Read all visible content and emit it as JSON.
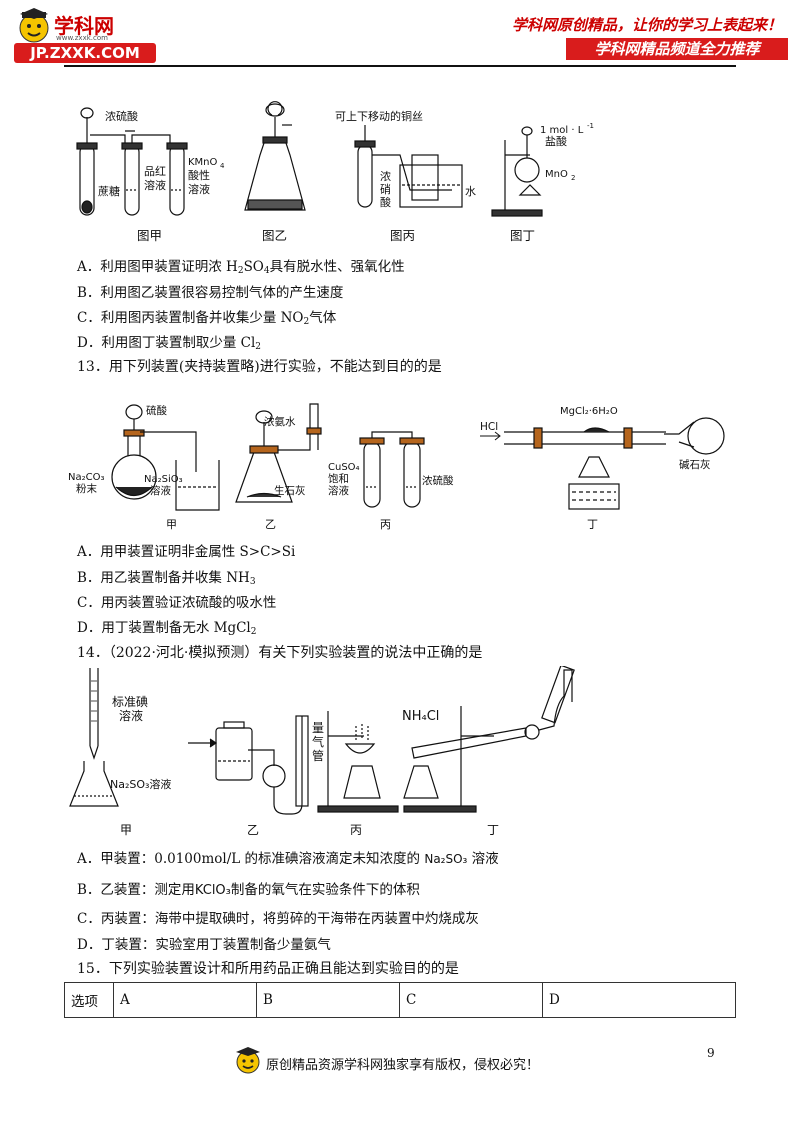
{
  "header": {
    "logo_text": "学科网",
    "logo_sub": "www.zxxk.com",
    "site_url": "JP.ZXXK.COM",
    "slogan": "学科网原创精品，让你的学习上表起来！",
    "banner": "学科网精品频道全力推荐"
  },
  "fig12": {
    "labels": {
      "conc_h2so4": "浓硫酸",
      "sucrose": "蔗糖",
      "pinhong1": "品红",
      "pinhong2": "溶液",
      "kmno4": "KMnO",
      "kmno4_sub": "4",
      "acidic": "酸性",
      "solution": "溶液",
      "copper_wire": "可上下移动的铜丝",
      "nong": "浓",
      "xiao": "硝",
      "suan": "酸",
      "water": "水",
      "hcl_conc": "1 mol · L",
      "hcl_sup": "-1",
      "hcl": "盐酸",
      "mno2": "MnO",
      "mno2_sub": "2"
    },
    "captions": [
      "图甲",
      "图乙",
      "图丙",
      "图丁"
    ]
  },
  "q12_options": {
    "A": "A．利用图甲装置证明浓 H",
    "A_mid": "SO",
    "A_end": "具有脱水性、强氧化性",
    "B": "B．利用图乙装置很容易控制气体的产生速度",
    "C": "C．利用图丙装置制备并收集少量 NO",
    "C_end": "气体",
    "D": "D．利用图丁装置制取少量 Cl"
  },
  "q13": {
    "stem": "13．用下列装置(夹持装置略)进行实验，不能达到目的的是",
    "labels": {
      "sulfuric": "硫酸",
      "na2co3": "Na₂CO₃",
      "powder": "粉末",
      "na2sio3": "Na₂SiO₃",
      "sol": "溶液",
      "conc_ammonia": "浓氨水",
      "quicklime": "生石灰",
      "cuso4": "CuSO₄",
      "saturated": "饱和",
      "sol2": "溶液",
      "conc_sulfuric": "浓硫酸",
      "hcl": "HCl",
      "mgcl2": "MgCl₂·6H₂O",
      "soda_lime": "碱石灰"
    },
    "captions": [
      "甲",
      "乙",
      "丙",
      "丁"
    ],
    "options": {
      "A": "A．用甲装置证明非金属性 S>C>Si",
      "B": "B．用乙装置制备并收集 NH",
      "C": "C．用丙装置验证浓硫酸的吸水性",
      "D": "D．用丁装置制备无水 MgCl"
    }
  },
  "q14": {
    "stem": "14．（2022·河北·模拟预测）有关下列实验装置的说法中正确的是",
    "labels": {
      "std_iodine": "标准碘",
      "sol": "溶液",
      "na2so3_sol": "Na₂SO₃溶液",
      "gas_tube_1": "量",
      "gas_tube_2": "气",
      "gas_tube_3": "管",
      "nh4cl": "NH₄Cl"
    },
    "captions": [
      "甲",
      "乙",
      "丙",
      "丁"
    ],
    "options": {
      "A": "A．甲装置：0.0100mol/L 的标准碘溶液滴定未知浓度的",
      "A_chem": "Na₂SO₃",
      "A_end": "溶液",
      "B": "B．乙装置：测定用",
      "B_chem": "KClO₃",
      "B_end": "制备的氧气在实验条件下的体积",
      "C": "C．丙装置：海带中提取碘时，将剪碎的干海带在丙装置中灼烧成灰",
      "D": "D．丁装置：实验室用丁装置制备少量氨气"
    }
  },
  "q15": {
    "stem": "15．下列实验装置设计和所用药品正确且能达到实验目的的是",
    "table_header": [
      "选项",
      "A",
      "B",
      "C",
      "D"
    ]
  },
  "footer": {
    "copyright": "原创精品资源学科网独家享有版权，侵权必究！",
    "page_number": "9"
  }
}
